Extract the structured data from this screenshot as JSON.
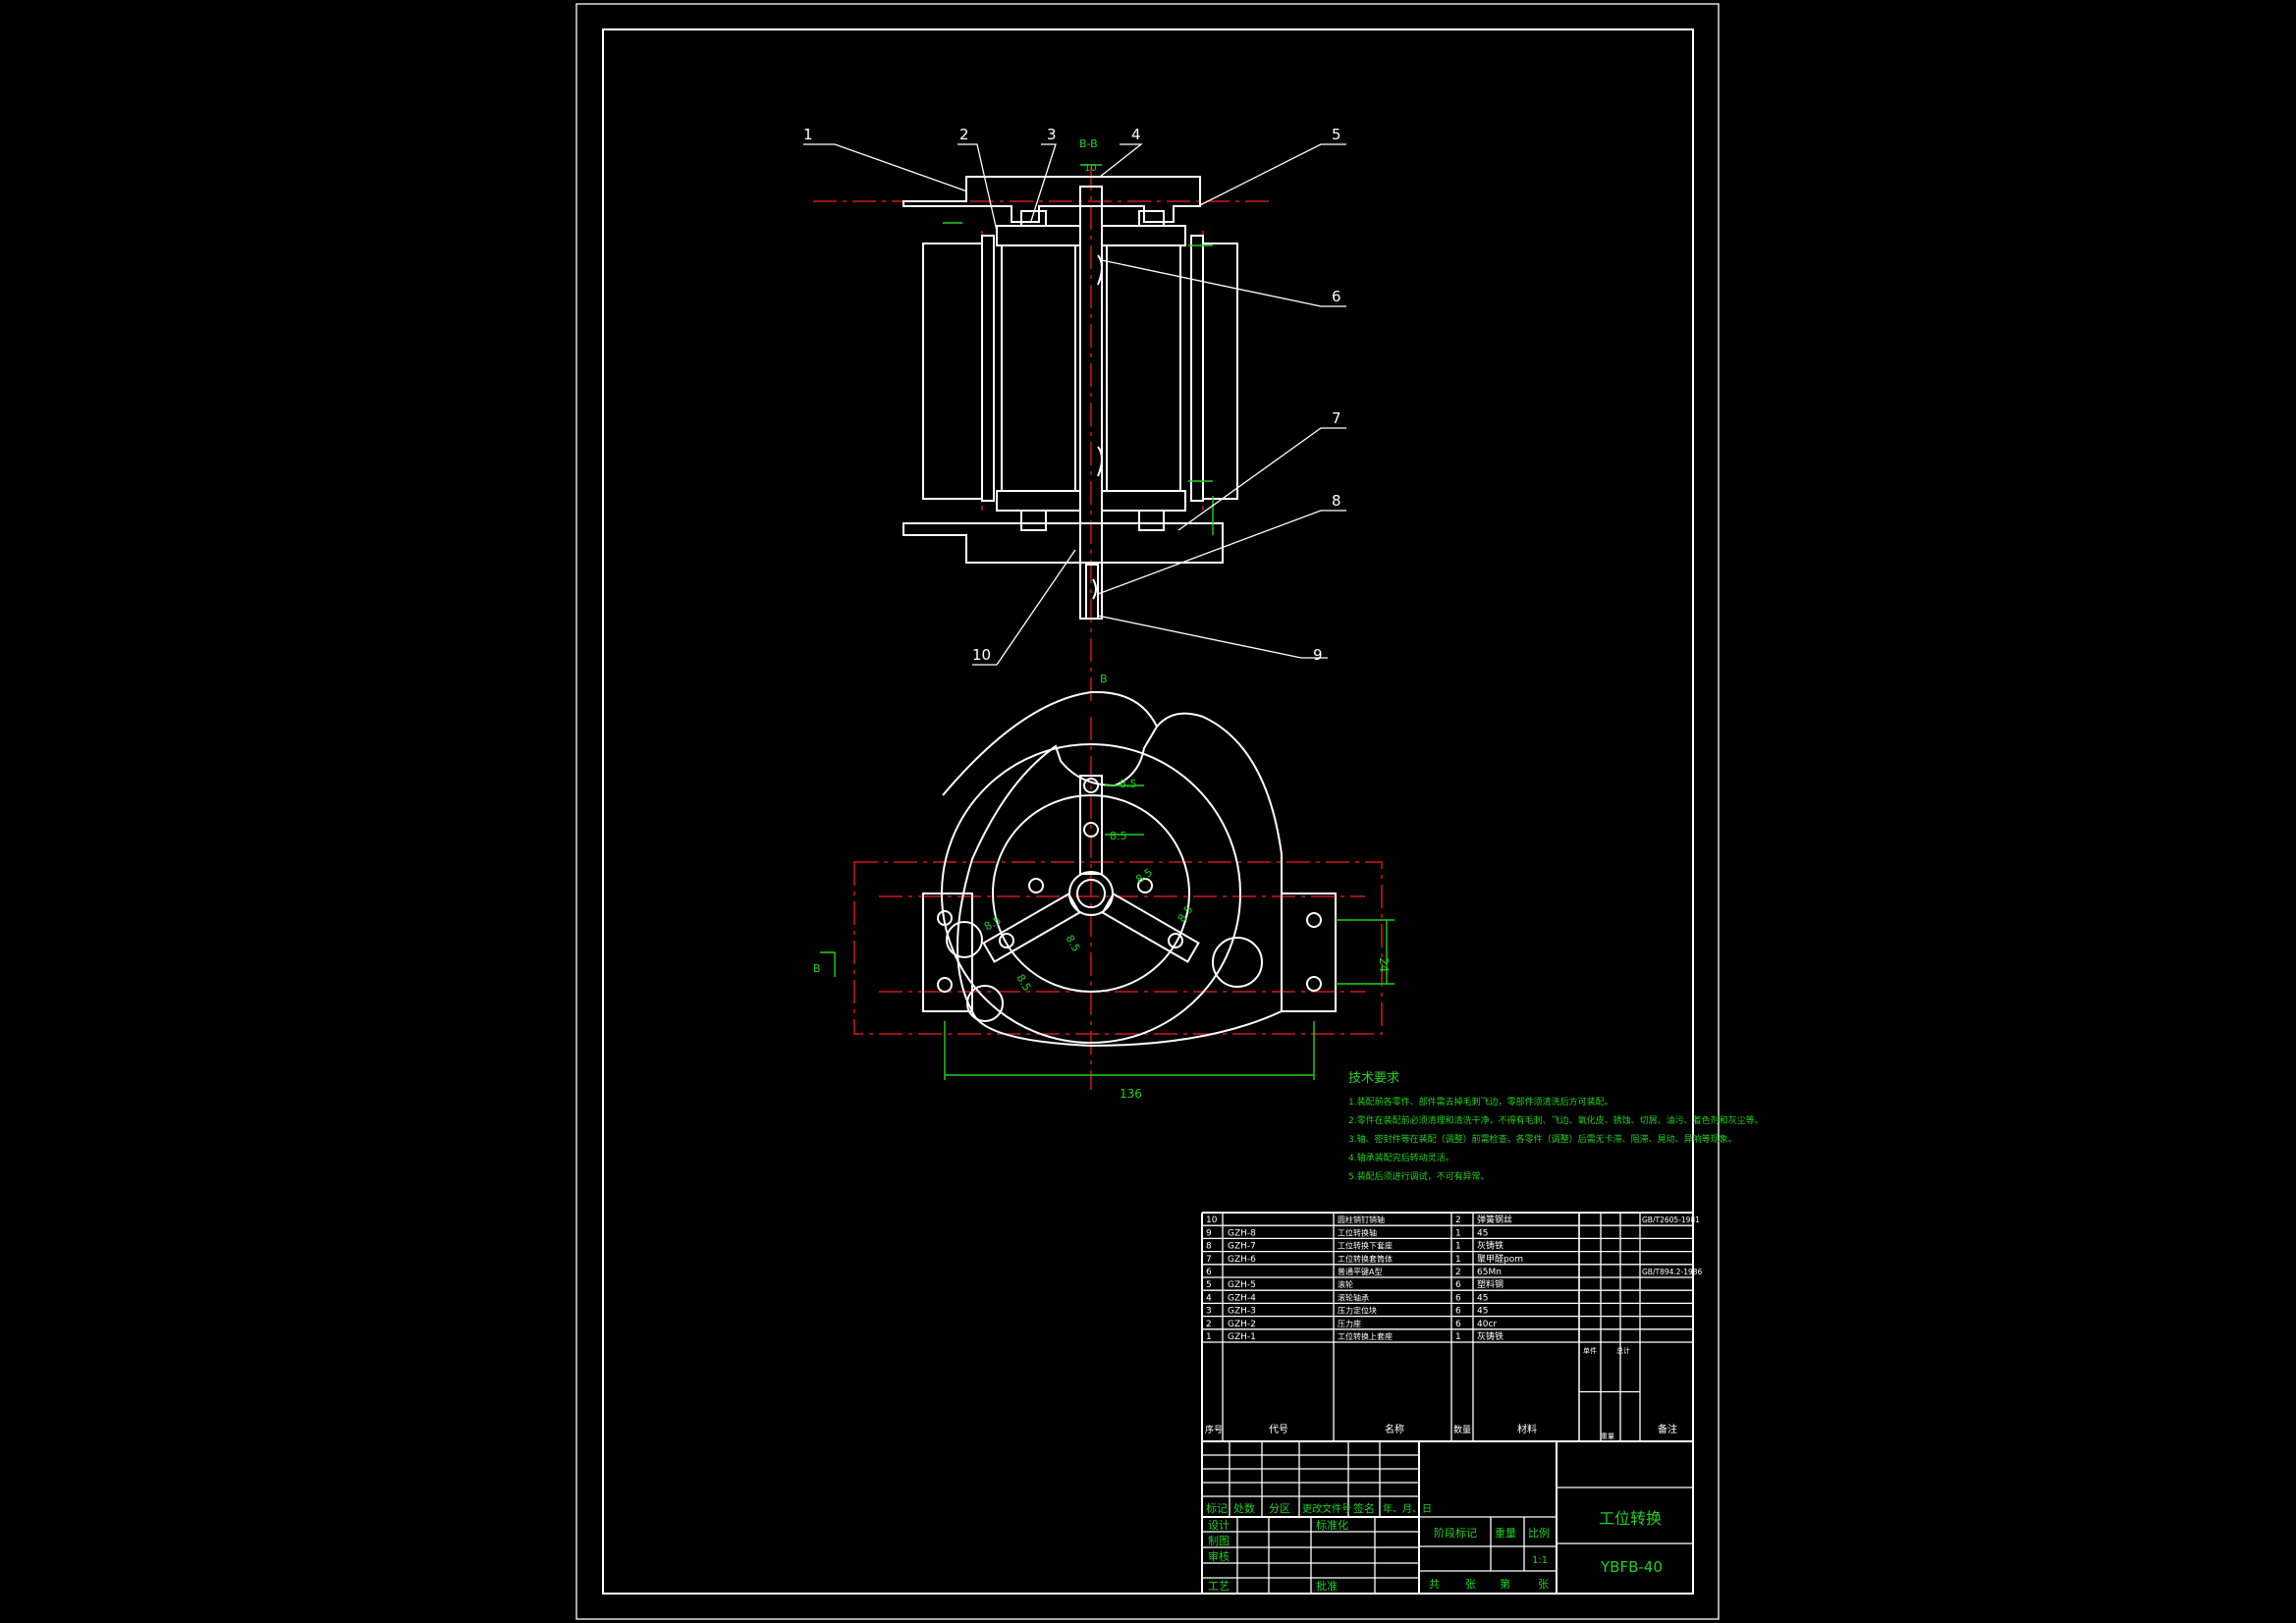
{
  "leaders": [
    "1",
    "2",
    "3",
    "4",
    "5",
    "6",
    "7",
    "8",
    "9",
    "10"
  ],
  "section_label": "B-B",
  "section_marker": "B",
  "dims": {
    "top": "10",
    "d1": "8.5",
    "d2": "8.5",
    "d3": "8.5",
    "d4": "8.5",
    "d5": "8.5",
    "d6": "8.5",
    "d7": "8.5",
    "width": "136",
    "height": "24"
  },
  "tech": {
    "title": "技术要求",
    "lines": [
      "1.装配前各零件、部件需去掉毛刺飞边，零部件须清洗后方可装配。",
      "2.零件在装配前必须清理和清洗干净，不得有毛刺、飞边、氧化皮、锈蚀、切屑、油污、着色剂和灰尘等。",
      "3.轴、密封件等在装配（调整）前需检查，各零件（调整）后需无卡滞、阻滞、晃动、异响等现象。",
      "4.轴承装配完后转动灵活。",
      "5.装配后须进行调试，不可有异常。"
    ]
  },
  "bom": {
    "rows": [
      {
        "no": "10",
        "code": "",
        "name": "圆柱销钉销轴",
        "qty": "2",
        "material": "弹簧钢丝",
        "std": "GB/T2605-1981"
      },
      {
        "no": "9",
        "code": "GZH-8",
        "name": "工位转换轴",
        "qty": "1",
        "material": "45",
        "std": ""
      },
      {
        "no": "8",
        "code": "GZH-7",
        "name": "工位转换下套座",
        "qty": "1",
        "material": "灰铸铁",
        "std": ""
      },
      {
        "no": "7",
        "code": "GZH-6",
        "name": "工位转换套筒体",
        "qty": "1",
        "material": "聚甲醛pom",
        "std": ""
      },
      {
        "no": "6",
        "code": "",
        "name": "普通平键A型",
        "qty": "2",
        "material": "65Mn",
        "std": "GB/T894.2-1986"
      },
      {
        "no": "5",
        "code": "GZH-5",
        "name": "滚轮",
        "qty": "6",
        "material": "塑料钢",
        "std": ""
      },
      {
        "no": "4",
        "code": "GZH-4",
        "name": "滚轮轴承",
        "qty": "6",
        "material": "45",
        "std": ""
      },
      {
        "no": "3",
        "code": "GZH-3",
        "name": "压力定位块",
        "qty": "6",
        "material": "45",
        "std": ""
      },
      {
        "no": "2",
        "code": "GZH-2",
        "name": "压力座",
        "qty": "6",
        "material": "40cr",
        "std": ""
      },
      {
        "no": "1",
        "code": "GZH-1",
        "name": "工位转换上套座",
        "qty": "1",
        "material": "灰铸铁",
        "std": ""
      }
    ],
    "header": {
      "no": "序号",
      "code": "代号",
      "name": "名称",
      "qty": "数量",
      "material": "材料",
      "unit": "单件",
      "total": "总计",
      "weight": "重量",
      "remark": "备注"
    }
  },
  "title_block": {
    "mark": "标记",
    "count": "处数",
    "zone": "分区",
    "change_doc": "更改文件号",
    "sign": "签名",
    "date": "年、月、日",
    "design": "设计",
    "standardize": "标准化",
    "draw": "制图",
    "review": "审核",
    "process": "工艺",
    "approve": "批准",
    "stage_mark": "阶段标记",
    "weight": "重量",
    "scale": "比例",
    "scale_value": "1:1",
    "total_sheets": "共",
    "sheets_unit": "张",
    "sheet_no": "第",
    "sheet_unit": "张",
    "drawing_title": "工位转换",
    "drawing_code": "YBFB-40"
  },
  "colors": {
    "outline": "#ffffff",
    "dimension": "#1fd11f",
    "centerline": "#d11818"
  }
}
